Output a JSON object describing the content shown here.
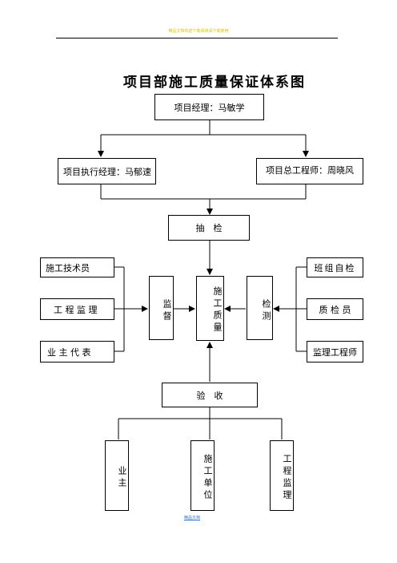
{
  "header_note": "精品文档欢迎下载阅读请下载使用",
  "title": "项目部施工质量保证体系图",
  "nodes": {
    "pm": "项目经理：马敏学",
    "exec_pm": "项目执行经理：马郁速",
    "chief_engineer": "项目总工程师：周晓风",
    "sampling": "抽　检",
    "tech_staff": "施工技术员",
    "supervision_left": "工 程 监 理",
    "owner_rep": "业 主 代 表",
    "supervise": "监督",
    "quality": "施工质量",
    "inspect": "检测",
    "team_check": "班组自检",
    "inspector": "质 检 员",
    "supervising_engineer": "监理工程师",
    "acceptance": "验　收",
    "owner": "业主",
    "construction_unit": "施工单位",
    "engineering_supervision": "工程监理"
  },
  "footer_note": "精品文档"
}
